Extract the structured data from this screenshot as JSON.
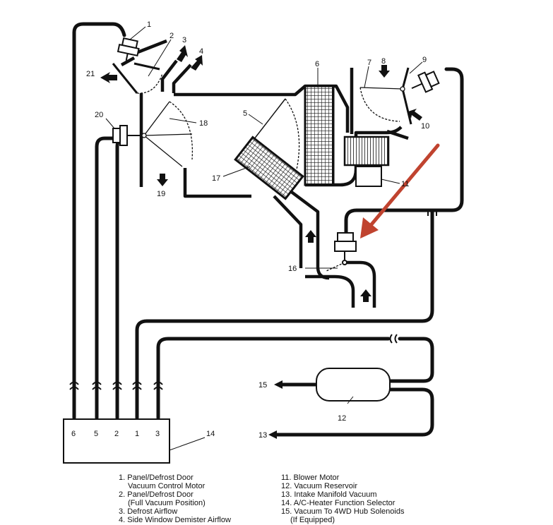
{
  "callouts": {
    "n1": "1",
    "n2": "2",
    "n3": "3",
    "n4": "4",
    "n5": "5",
    "n6": "6",
    "n7": "7",
    "n8": "8",
    "n9": "9",
    "n10": "10",
    "n11": "11",
    "n12": "12",
    "n13": "13",
    "n14": "14",
    "n15": "15",
    "n16": "16",
    "n17": "17",
    "n18": "18",
    "n19": "19",
    "n20": "20",
    "n21": "21"
  },
  "selector_ports": [
    "6",
    "5",
    "2",
    "1",
    "3"
  ],
  "legend_left": [
    {
      "line1": "1. Panel/Defrost Door",
      "line2": "Vacuum Control Motor"
    },
    {
      "line1": "2. Panel/Defrost Door",
      "line2": "(Full Vacuum Position)"
    },
    {
      "line1": "3. Defrost Airflow",
      "line2": ""
    },
    {
      "line1": "4. Side Window Demister Airflow",
      "line2": ""
    }
  ],
  "legend_right": [
    {
      "line1": "11. Blower Motor",
      "line2": ""
    },
    {
      "line1": "12. Vacuum Reservoir",
      "line2": ""
    },
    {
      "line1": "13. Intake Manifold Vacuum",
      "line2": ""
    },
    {
      "line1": "14. A/C-Heater Function Selector",
      "line2": ""
    },
    {
      "line1": "15. Vacuum To 4WD Hub Solenoids",
      "line2": "(If Equipped)"
    }
  ],
  "colors": {
    "line": "#111111",
    "highlight_arrow": "#c0432f",
    "background": "#ffffff"
  }
}
